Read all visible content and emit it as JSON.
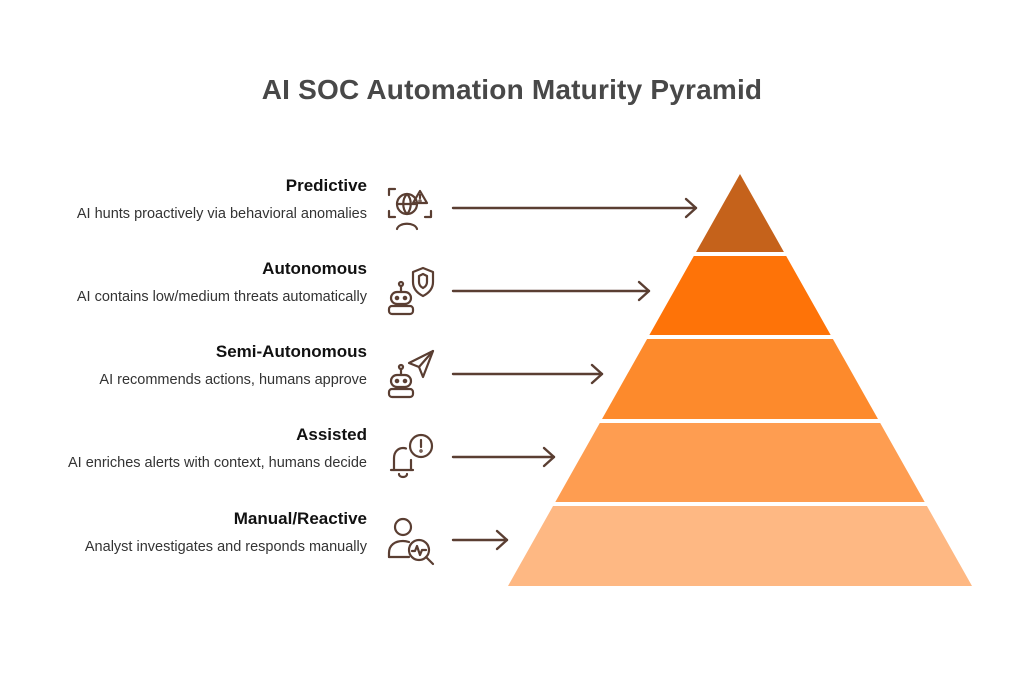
{
  "title": "AI SOC Automation Maturity Pyramid",
  "colors": {
    "tier_predictive": "#C5621B",
    "tier_autonomous": "#FE7308",
    "tier_semi_autonomous": "#FD8A2C",
    "tier_assisted": "#FE9D51",
    "tier_manual": "#FEB883",
    "line": "#5A3E32"
  },
  "levels": [
    {
      "name": "Predictive",
      "description": "AI hunts proactively via behavioral anomalies",
      "icon": "globe-alert-icon",
      "color_key": "tier_predictive"
    },
    {
      "name": "Autonomous",
      "description": "AI contains low/medium threats automatically",
      "icon": "robot-shield-icon",
      "color_key": "tier_autonomous"
    },
    {
      "name": "Semi-Autonomous",
      "description": "AI recommends actions, humans approve",
      "icon": "robot-pointer-icon",
      "color_key": "tier_semi_autonomous"
    },
    {
      "name": "Assisted",
      "description": "AI enriches alerts with context, humans decide",
      "icon": "bell-alert-icon",
      "color_key": "tier_assisted"
    },
    {
      "name": "Manual/Reactive",
      "description": "Analyst investigates and responds manually",
      "icon": "analyst-search-icon",
      "color_key": "tier_manual"
    }
  ]
}
